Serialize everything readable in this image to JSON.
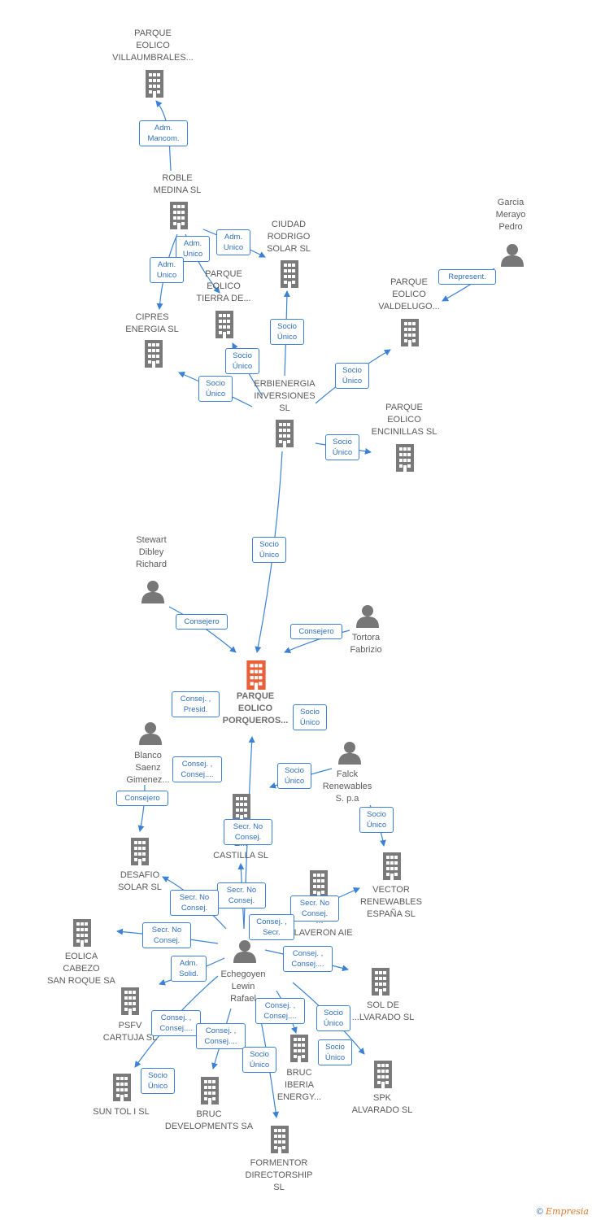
{
  "colors": {
    "edge": "#3b82d6",
    "company": "#7a7a7a",
    "focus": "#e8603a",
    "person": "#777777"
  },
  "nodes": {
    "villaumbrales": "PARQUE\nEOLICO\nVILLAUMBRALES...",
    "roble": "ROBLE\nMEDINA SL",
    "ciudad_rodrigo": "CIUDAD\nRODRIGO\nSOLAR SL",
    "garcia": "Garcia\nMerayo\nPedro",
    "tierra": "PARQUE\nEOLICO\nTIERRA DE...",
    "valdelugo": "PARQUE\nEOLICO\nVALDELUGO...",
    "cipres": "CIPRES\nENERGIA SL",
    "erbienergia": "ERBIENERGIA\nINVERSIONES\nSL",
    "encinillas": "PARQUE\nEOLICO\nENCINILLAS SL",
    "stewart": "Stewart\nDibley\nRichard",
    "tortora": "Tortora\nFabrizio",
    "porqueros": "PARQUE\nEOLICO\nPORQUEROS...",
    "blanco": "Blanco\nSaenz\nGimenez...",
    "falck": "Falck\nRenewables\nS. p.a",
    "castilla": "E...\nE...\nCASTILLA SL",
    "desafio": "DESAFIO\nSOLAR SL",
    "vector": "VECTOR\nRENEWABLES\nESPAÑA SL",
    "claveron": "...\n...LAVERON AIE",
    "eolica_cabezo": "EOLICA\nCABEZO\nSAN ROQUE SA",
    "echegoyen": "Echegoyen\nLewin\nRafael",
    "sol_alvarado": "SOL DE\n...LVARADO SL",
    "psfv": "PSFV\nCARTUJA SL",
    "bruc_iberia": "BRUC\nIBERIA\nENERGY...",
    "spk": "SPK\nALVARADO SL",
    "sun_tol": "SUN TOL I SL",
    "bruc_dev": "BRUC\nDEVELOPMENTS SA",
    "formentor": "FORMENTOR\nDIRECTORSHIP\nSL"
  },
  "edges": {
    "e1": "Adm.\nMancom.",
    "e2": "Adm.\nUnico",
    "e3": "Adm.\nUnico",
    "e4": "Adm.\nUnico",
    "e5": "Represent.",
    "e6": "Socio\nÚnico",
    "e7": "Socio\nÚnico",
    "e8": "Socio\nÚnico",
    "e9": "Socio\nÚnico",
    "e10": "Socio\nÚnico",
    "e11": "Socio\nÚnico",
    "e12": "Consejero",
    "e13": "Consejero",
    "e14": "Consej. ,\nPresid.",
    "e15": "Socio\nÚnico",
    "e16": "Consej. ,\nConsej....",
    "e17": "Socio\nÚnico",
    "e18": "Consejero",
    "e19": "Socio\nÚnico",
    "e20": "Secr. No\nConsej.",
    "e21": "Secr. No\nConsej.",
    "e22": "Secr. No\nConsej.",
    "e23": "Secr. No\nConsej.",
    "e24": "Consej. ,\nSecr.",
    "e25": "Secr. No\nConsej.",
    "e26": "Adm.\nSolid.",
    "e27": "Consej. ,\nConsej....",
    "e28": "Consej. ,\nConsej....",
    "e29": "Consej. ,\nConsej....",
    "e30": "Consej. ,\nConsej....",
    "e31": "Socio\nÚnico",
    "e32": "Socio\nÚnico",
    "e33": "Socio\nÚnico",
    "e34": "Socio\nÚnico"
  },
  "footer": {
    "copyright": "©",
    "brand": "Empresia"
  }
}
